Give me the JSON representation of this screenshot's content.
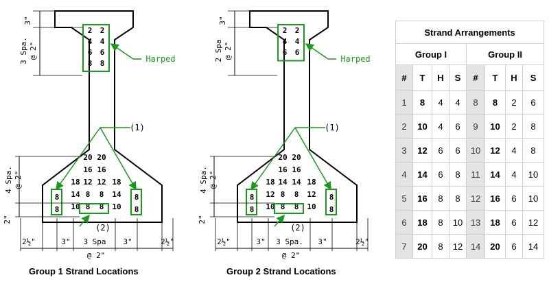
{
  "left_diagram": {
    "dims": {
      "top": "3\"",
      "harp_spa": "3 Spa.",
      "harp_at": "@ 2\"",
      "bot_spa": "4 Spa.",
      "bot_at": "@ 2\"",
      "bot2": "2\"",
      "w1": "2½\"",
      "w2": "3\"",
      "w3": "3 Spa",
      "w4": "3\"",
      "w5": "2½\"",
      "w_at": "@ 2\""
    },
    "harped_rows": [
      [
        "2",
        "2"
      ],
      [
        "4",
        "4"
      ],
      [
        "6",
        "6"
      ],
      [
        "8",
        "8"
      ]
    ],
    "harped_label": "Harped",
    "callout1": "(1)",
    "callout2": "(2)",
    "bottom_rows": [
      [
        "20",
        "20"
      ],
      [
        "16",
        "16"
      ],
      [
        "18",
        "12",
        "12",
        "18"
      ],
      [
        "14",
        "8",
        "8",
        "14"
      ],
      [
        "10",
        "8",
        "8",
        "10"
      ]
    ],
    "side_strands": [
      "8",
      "8"
    ],
    "caption": "Group 1 Strand Locations"
  },
  "right_diagram": {
    "dims": {
      "top": "3\"",
      "harp_spa": "2 Spa",
      "harp_at": "@ 2\"",
      "bot_spa": "4 Spa.",
      "bot_at": "@ 2\"",
      "bot2": "2\"",
      "w1": "2½\"",
      "w2": "3\"",
      "w3": "3 Spa.",
      "w4": "3\"",
      "w5": "2½\"",
      "w_at": "@ 2\""
    },
    "harped_rows": [
      [
        "2",
        "2"
      ],
      [
        "4",
        "4"
      ],
      [
        "6",
        "6"
      ]
    ],
    "harped_label": "Harped",
    "callout1": "(1)",
    "callout2": "(2)",
    "bottom_rows": [
      [
        "20",
        "20"
      ],
      [
        "16",
        "16"
      ],
      [
        "18",
        "14",
        "14",
        "18"
      ],
      [
        "12",
        "8",
        "8",
        "12"
      ],
      [
        "10",
        "8",
        "8",
        "10"
      ]
    ],
    "side_strands": [
      "8",
      "8"
    ],
    "caption": "Group 2 Strand Locations"
  },
  "table": {
    "title": "Strand Arrangements",
    "group1": "Group I",
    "group2": "Group II",
    "cols": [
      "#",
      "T",
      "H",
      "S"
    ],
    "rows": [
      {
        "g1": [
          "1",
          "8",
          "4",
          "4"
        ],
        "g2": [
          "8",
          "8",
          "2",
          "6"
        ]
      },
      {
        "g1": [
          "2",
          "10",
          "4",
          "6"
        ],
        "g2": [
          "9",
          "10",
          "2",
          "8"
        ]
      },
      {
        "g1": [
          "3",
          "12",
          "6",
          "6"
        ],
        "g2": [
          "10",
          "12",
          "4",
          "8"
        ]
      },
      {
        "g1": [
          "4",
          "14",
          "6",
          "8"
        ],
        "g2": [
          "11",
          "14",
          "4",
          "10"
        ]
      },
      {
        "g1": [
          "5",
          "16",
          "8",
          "8"
        ],
        "g2": [
          "12",
          "16",
          "6",
          "10"
        ]
      },
      {
        "g1": [
          "6",
          "18",
          "8",
          "10"
        ],
        "g2": [
          "13",
          "18",
          "6",
          "12"
        ]
      },
      {
        "g1": [
          "7",
          "20",
          "8",
          "12"
        ],
        "g2": [
          "14",
          "20",
          "6",
          "14"
        ]
      }
    ]
  },
  "colors": {
    "green": "#1a9a1a",
    "line": "#000000"
  }
}
